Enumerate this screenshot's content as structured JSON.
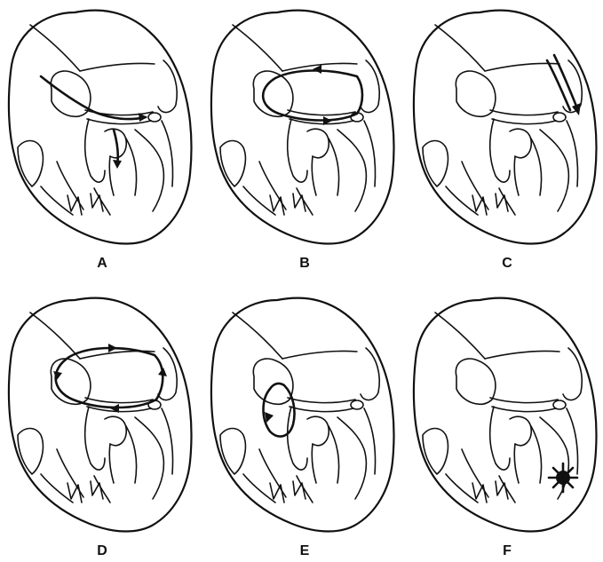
{
  "panels": [
    {
      "label": "A",
      "pathway": "accessory-loop"
    },
    {
      "label": "B",
      "pathway": "macro-reentry-counterclockwise"
    },
    {
      "label": "C",
      "pathway": "downward-jet"
    },
    {
      "label": "D",
      "pathway": "macro-reentry-clockwise"
    },
    {
      "label": "E",
      "pathway": "local-circuit"
    },
    {
      "label": "F",
      "pathway": "focal-burst"
    }
  ],
  "colors": {
    "line": "#111111",
    "background": "#ffffff"
  }
}
